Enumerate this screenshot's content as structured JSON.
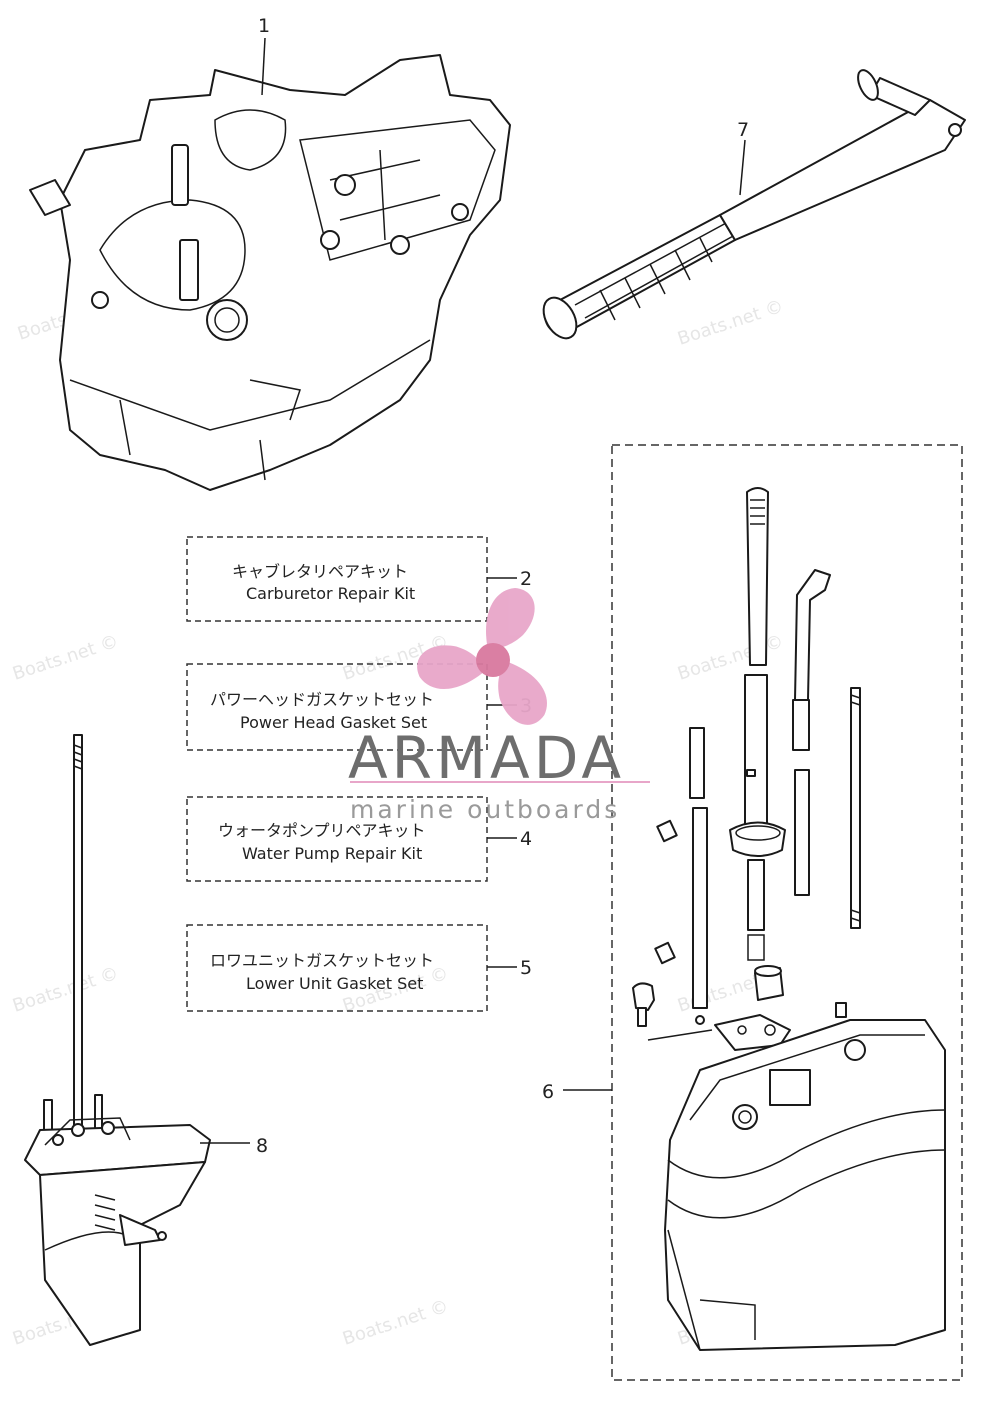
{
  "watermark": {
    "text": "Boats.net ©"
  },
  "logo": {
    "name": "ARMADA",
    "tagline": "marine outboards",
    "accent_color": "#e8a6c9"
  },
  "callouts": {
    "c1": "1",
    "c2": "2",
    "c3": "3",
    "c4": "4",
    "c5": "5",
    "c6": "6",
    "c7": "7",
    "c8": "8"
  },
  "kits": [
    {
      "jp": "キャブレタリペアキット",
      "en": "Carburetor Repair Kit",
      "number": "2"
    },
    {
      "jp": "パワーヘッドガスケットセット",
      "en": "Power Head Gasket Set",
      "number": "3"
    },
    {
      "jp": "ウォータポンプリペアキット",
      "en": "Water Pump Repair Kit",
      "number": "4"
    },
    {
      "jp": "ロワユニットガスケットセット",
      "en": "Lower Unit Gasket Set",
      "number": "5"
    }
  ]
}
